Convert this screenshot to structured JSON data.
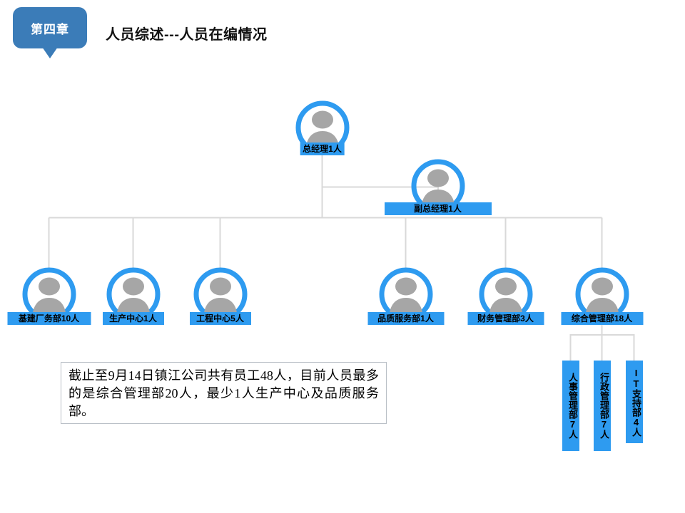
{
  "header": {
    "chapter_badge": "第四章",
    "title": "人员综述---人员在编情况"
  },
  "colors": {
    "badge_blue": "#3b7cb8",
    "node_blue": "#2e9bf0",
    "avatar_gray": "#a6a6a6",
    "connector_gray": "#d9d9d9",
    "box_border": "#b9bfc6"
  },
  "org_chart": {
    "root": {
      "label": "总经理1人",
      "role": "总经理",
      "count": 1,
      "icon": "person-avatar-icon"
    },
    "deputy": {
      "label": "副总经理1人",
      "role": "副总经理",
      "count": 1,
      "icon": "person-avatar-icon"
    },
    "departments": [
      {
        "label": "基建厂务部10人",
        "role": "基建厂务部",
        "count": 10,
        "icon": "person-avatar-icon"
      },
      {
        "label": "生产中心1人",
        "role": "生产中心",
        "count": 1,
        "icon": "person-avatar-icon"
      },
      {
        "label": "工程中心5人",
        "role": "工程中心",
        "count": 5,
        "icon": "person-avatar-icon"
      },
      {
        "label": "品质服务部1人",
        "role": "品质服务部",
        "count": 1,
        "icon": "person-avatar-icon"
      },
      {
        "label": "财务管理部3人",
        "role": "财务管理部",
        "count": 3,
        "icon": "person-avatar-icon"
      },
      {
        "label": "综合管理部18人",
        "role": "综合管理部",
        "count": 18,
        "icon": "person-avatar-icon"
      }
    ],
    "sub_departments": [
      {
        "label": "人事管理部7人",
        "role": "人事管理部",
        "count": 7
      },
      {
        "label": "行政管理部7人",
        "role": "行政管理部",
        "count": 7
      },
      {
        "label": "IT支持部4人",
        "role": "IT支持部",
        "count": 4
      }
    ]
  },
  "summary": {
    "text": "截止至9月14日镇江公司共有员工48人，目前人员最多的是综合管理部20人，最少1人生产中心及品质服务部。"
  }
}
